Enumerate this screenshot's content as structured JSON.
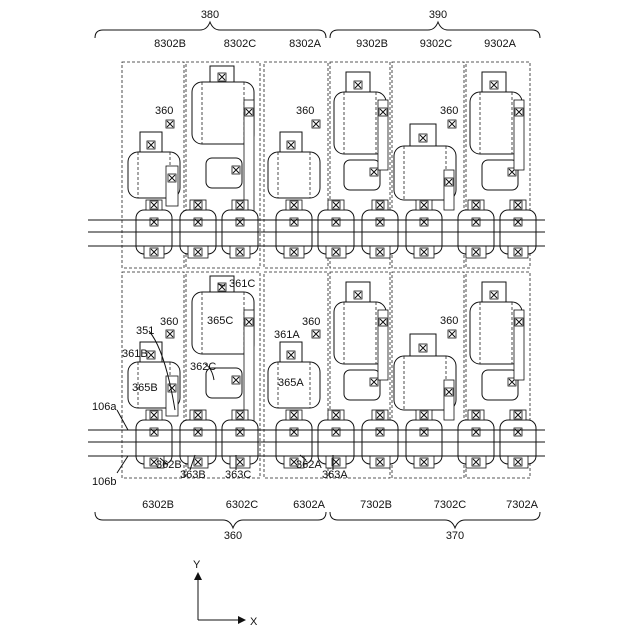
{
  "labels": {
    "top_group_left": "380",
    "top_group_right": "390",
    "bottom_group_left": "360",
    "bottom_group_right": "370",
    "top_cells": [
      "8302B",
      "8302C",
      "8302A",
      "9302B",
      "9302C",
      "9302A"
    ],
    "bottom_cells": [
      "6302B",
      "6302C",
      "6302A",
      "7302B",
      "7302C",
      "7302A"
    ],
    "contact_ref": "360",
    "ref_351": "351",
    "ref_361B": "361B",
    "ref_365B": "365B",
    "ref_362B": "362B",
    "ref_363B": "363B",
    "ref_361C": "361C",
    "ref_365C": "365C",
    "ref_362C": "362C",
    "ref_363C": "363C",
    "ref_361A": "361A",
    "ref_365A": "365A",
    "ref_362A": "362A",
    "ref_363A": "363A",
    "line_a": "106a",
    "line_b": "106b",
    "axis_y": "Y",
    "axis_x": "X"
  }
}
